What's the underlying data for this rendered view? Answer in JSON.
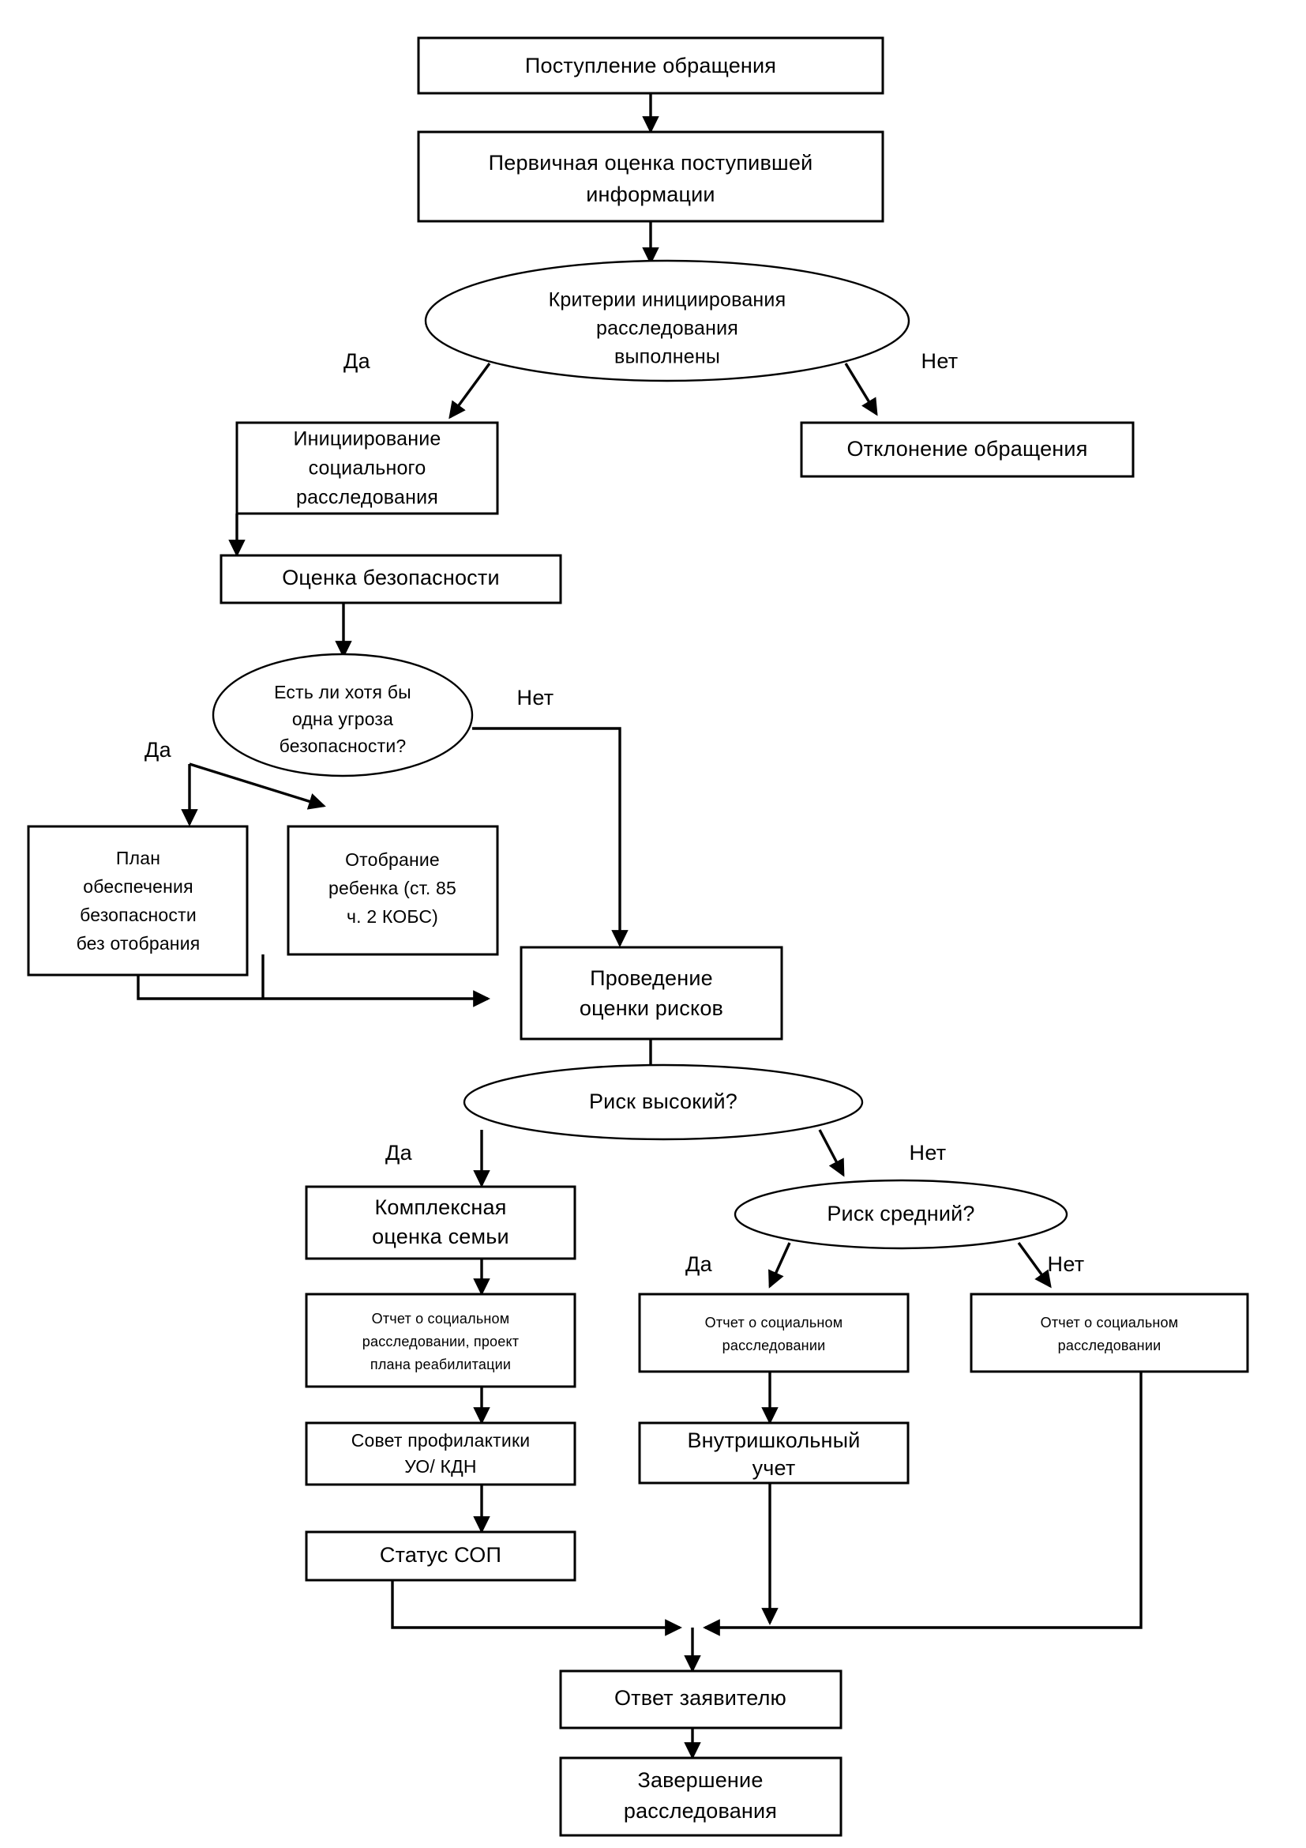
{
  "diagram": {
    "title_visible": false,
    "language": "ru",
    "colors": {
      "background": "#ffffff",
      "stroke": "#000000",
      "fill": "#ffffff"
    }
  },
  "nodes": {
    "intake": {
      "label": "Поступление обращения",
      "shape": "rect"
    },
    "primary_assessment": {
      "line1": "Первичная оценка поступившей",
      "line2": "информации",
      "shape": "rect"
    },
    "criteria_decision": {
      "line1": "Критерии инициирования",
      "line2": "расследования",
      "line3": "выполнены",
      "shape": "ellipse"
    },
    "initiate_investigation": {
      "line1": "Инициирование",
      "line2": "социального",
      "line3": "расследования",
      "shape": "rect"
    },
    "reject_request": {
      "label": "Отклонение обращения",
      "shape": "rect"
    },
    "safety_assessment": {
      "label": "Оценка безопасности",
      "shape": "rect"
    },
    "threat_decision": {
      "line1": "Есть ли хотя бы",
      "line2": "одна угроза",
      "line3": "безопасности?",
      "shape": "ellipse"
    },
    "safety_plan": {
      "line1": "План",
      "line2": "обеспечения",
      "line3": "безопасности",
      "line4": "без отобрания",
      "shape": "rect"
    },
    "child_removal": {
      "line1": "Отобрание",
      "line2": "ребенка (ст. 85",
      "line3": "ч. 2 КОБС)",
      "shape": "rect"
    },
    "risk_assessment": {
      "line1": "Проведение",
      "line2": "оценки рисков",
      "shape": "rect"
    },
    "high_risk_decision": {
      "label": "Риск высокий?",
      "shape": "ellipse"
    },
    "medium_risk_decision": {
      "label": "Риск средний?",
      "shape": "ellipse"
    },
    "family_assessment": {
      "line1": "Комплексная",
      "line2": "оценка семьи",
      "shape": "rect"
    },
    "report_full": {
      "line1": "Отчет о социальном",
      "line2": "расследовании, проект",
      "line3": "плана реабилитации",
      "shape": "rect"
    },
    "report_medium": {
      "line1": "Отчет о социальном",
      "line2": "расследовании",
      "shape": "rect"
    },
    "report_low": {
      "line1": "Отчет о социальном",
      "line2": "расследовании",
      "shape": "rect"
    },
    "prevention_council": {
      "line1": "Совет профилактики",
      "line2": "УО/ КДН",
      "shape": "rect"
    },
    "school_registry": {
      "line1": "Внутришкольный",
      "line2": "учет",
      "shape": "rect"
    },
    "sop_status": {
      "label": "Статус СОП",
      "shape": "rect"
    },
    "applicant_response": {
      "label": "Ответ заявителю",
      "shape": "rect"
    },
    "investigation_end": {
      "line1": "Завершение",
      "line2": "расследования",
      "shape": "rect"
    }
  },
  "edge_labels": {
    "criteria_yes": "Да",
    "criteria_no": "Нет",
    "threat_yes": "Да",
    "threat_no": "Нет",
    "high_risk_yes": "Да",
    "high_risk_no": "Нет",
    "medium_risk_yes": "Да",
    "medium_risk_no": "Нет"
  },
  "chart_data": {
    "type": "flowchart",
    "direction": "top-to-bottom",
    "node_count": 21,
    "decision_count": 4,
    "edges": [
      {
        "from": "intake",
        "to": "primary_assessment",
        "label": ""
      },
      {
        "from": "primary_assessment",
        "to": "criteria_decision",
        "label": ""
      },
      {
        "from": "criteria_decision",
        "to": "initiate_investigation",
        "label": "Да"
      },
      {
        "from": "criteria_decision",
        "to": "reject_request",
        "label": "Нет"
      },
      {
        "from": "initiate_investigation",
        "to": "safety_assessment",
        "label": ""
      },
      {
        "from": "safety_assessment",
        "to": "threat_decision",
        "label": ""
      },
      {
        "from": "threat_decision",
        "to": "safety_plan",
        "label": "Да"
      },
      {
        "from": "threat_decision",
        "to": "child_removal",
        "label": "Да"
      },
      {
        "from": "threat_decision",
        "to": "risk_assessment",
        "label": "Нет"
      },
      {
        "from": "safety_plan",
        "to": "risk_assessment",
        "label": ""
      },
      {
        "from": "child_removal",
        "to": "risk_assessment",
        "label": ""
      },
      {
        "from": "risk_assessment",
        "to": "high_risk_decision",
        "label": ""
      },
      {
        "from": "high_risk_decision",
        "to": "family_assessment",
        "label": "Да"
      },
      {
        "from": "high_risk_decision",
        "to": "medium_risk_decision",
        "label": "Нет"
      },
      {
        "from": "family_assessment",
        "to": "report_full",
        "label": ""
      },
      {
        "from": "report_full",
        "to": "prevention_council",
        "label": ""
      },
      {
        "from": "prevention_council",
        "to": "sop_status",
        "label": ""
      },
      {
        "from": "sop_status",
        "to": "applicant_response",
        "label": ""
      },
      {
        "from": "medium_risk_decision",
        "to": "report_medium",
        "label": "Да"
      },
      {
        "from": "medium_risk_decision",
        "to": "report_low",
        "label": "Нет"
      },
      {
        "from": "report_medium",
        "to": "school_registry",
        "label": ""
      },
      {
        "from": "school_registry",
        "to": "applicant_response",
        "label": ""
      },
      {
        "from": "report_low",
        "to": "applicant_response",
        "label": ""
      },
      {
        "from": "applicant_response",
        "to": "investigation_end",
        "label": ""
      }
    ]
  }
}
